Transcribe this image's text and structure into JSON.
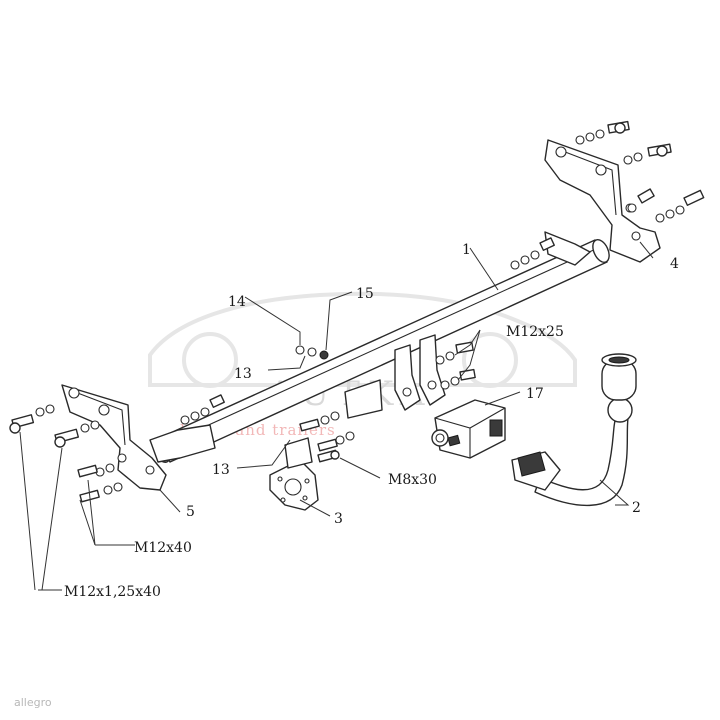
{
  "labels": {
    "part_1": "1",
    "part_2": "2",
    "part_3": "3",
    "part_4": "4",
    "part_5": "5",
    "part_13a": "13",
    "part_13b": "13",
    "part_14": "14",
    "part_15": "15",
    "part_17": "17",
    "bolt_m12x25": "M12x25",
    "bolt_m8x30": "M8x30",
    "bolt_m12x40": "M12x40",
    "bolt_m12x125x40": "M12x1,25x40"
  },
  "watermark": {
    "brand": "AUTKA",
    "sub": "hooks and trailers"
  },
  "site_mark": "allegro"
}
